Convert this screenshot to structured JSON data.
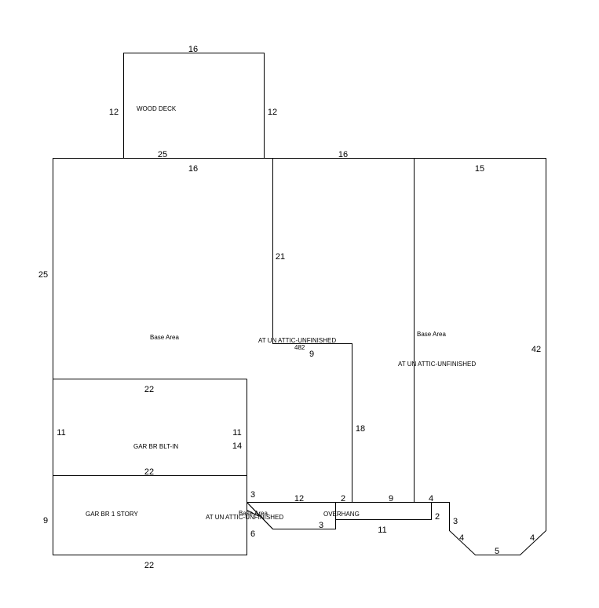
{
  "areas": {
    "wood_deck": "WOOD DECK",
    "base_area_left": "Base Area",
    "attic_center": "AT UN ATTIC-UNFINISHED",
    "attic_center_value": "482",
    "base_area_right": "Base Area",
    "attic_right": "AT UN ATTIC-UNFINISHED",
    "garage_builtin": "GAR BR BLT-IN",
    "garage_one_story": "GAR BR 1 STORY",
    "attic_bottom": "AT UN ATTIC-UNFINISHED",
    "attic_bottom_overlap": "Base Area",
    "overhang": "OVERHANG"
  },
  "dimensions": {
    "deck_top": "16",
    "deck_left": "12",
    "deck_right": "12",
    "deck_bottom": "25",
    "base_top_left": "16",
    "base_top_mid": "16",
    "base_top_right": "15",
    "base_left": "25",
    "attic_center_left": "21",
    "attic_center_ledge": "9",
    "attic_center_drop": "18",
    "right_side": "42",
    "gar_builtin_top": "22",
    "gar_builtin_left": "11",
    "gar_builtin_right": "11",
    "gar_builtin_inner": "14",
    "gar_builtin_bottom": "22",
    "gar_one_left": "9",
    "gar_one_bottom": "22",
    "bottom_step_3a": "3",
    "bottom_12": "12",
    "bottom_2a": "2",
    "bottom_9": "9",
    "bottom_4a": "4",
    "bottom_2b": "2",
    "bottom_6": "6",
    "bottom_3b": "3",
    "bottom_11": "11",
    "bay_3": "3",
    "bay_4a": "4",
    "bay_5": "5",
    "bay_4b": "4"
  }
}
